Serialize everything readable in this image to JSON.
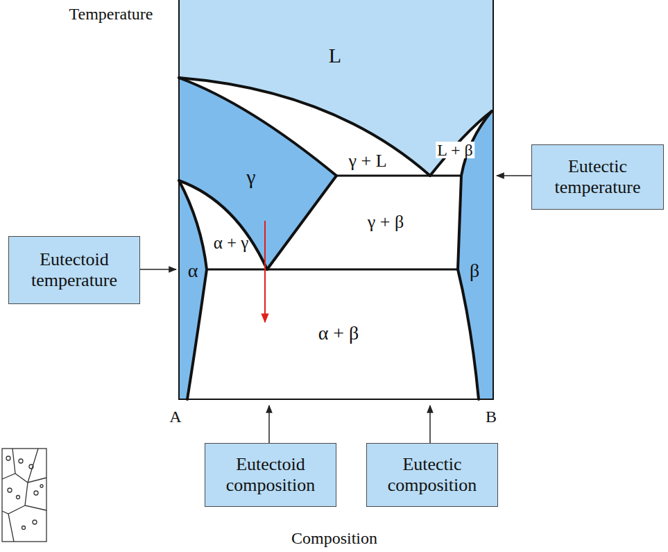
{
  "diagram": {
    "nodes": [
      {
        "text": [
          "Eutectic temperature"
        ]
      },
      {
        "text": [
          "Eutectoid temperature"
        ]
      },
      {
        "text": [
          "Eutectoid composition"
        ]
      },
      {
        "text": [
          "Eutectic composition"
        ]
      }
    ],
    "labels": [
      "Temperature",
      "L",
      "γ",
      "γ + L",
      "L + β",
      "γ + β",
      "α + γ",
      "α",
      "β",
      "α + β",
      "A",
      "B",
      "Composition"
    ]
  }
}
